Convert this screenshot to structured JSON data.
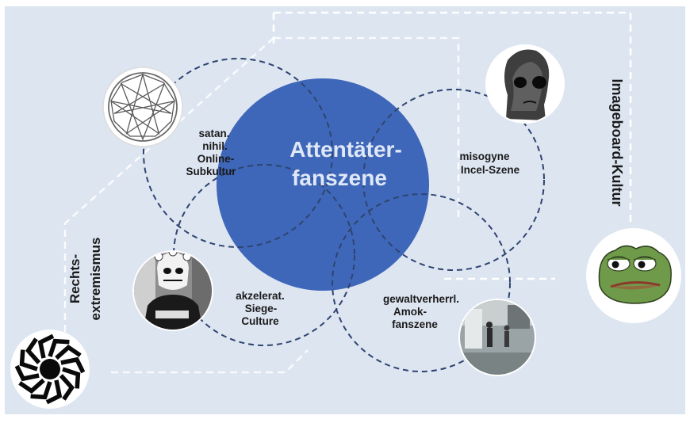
{
  "center": {
    "lines": [
      "Attentäter-",
      "fanszene"
    ]
  },
  "labels": {
    "satan": [
      "satan.",
      "nihil.",
      "Online-",
      "Subkultur"
    ],
    "incel": [
      "misogyne",
      "Incel-Szene"
    ],
    "siege": [
      "akzelerat.",
      "Siege-",
      "Culture"
    ],
    "amok": [
      "gewaltverherrl.",
      "Amok-",
      "fanszene"
    ]
  },
  "side_labels": {
    "imageboard": "Imageboard-Kultur",
    "rechts": [
      "Rechts-",
      "extremismus"
    ]
  },
  "icons": {
    "nonagram": "nine-pointed-star-icon",
    "wojak": "skull-face-icon",
    "siege": "masked-figure-photo-icon",
    "amok": "attack-scene-photo-icon",
    "pepe": "frog-meme-icon",
    "sonnenrad": "black-sun-icon"
  },
  "colors": {
    "background": "#dde5f1",
    "center_fill": "#3f67b9",
    "dashed_circle": "#2e4470",
    "frame": "#ffffff",
    "text": "#1a1a1a"
  }
}
